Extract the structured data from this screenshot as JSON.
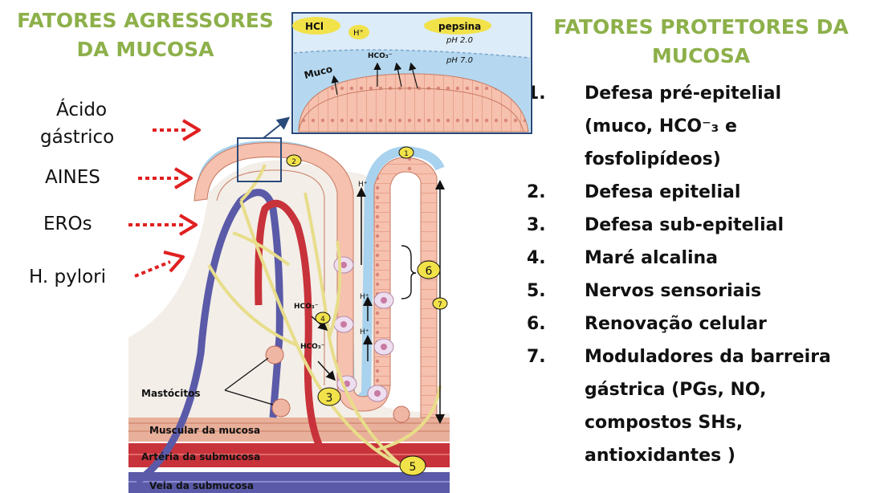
{
  "titles": {
    "aggressors": [
      "FATORES AGRESSORES",
      "DA MUCOSA"
    ],
    "protectors": [
      "FATORES PROTETORES DA",
      "MUCOSA"
    ]
  },
  "aggressors": [
    "Ácido",
    "gástrico",
    "AINES",
    "EROs",
    "H. pylori"
  ],
  "protectors": [
    {
      "num": "1.",
      "lines": [
        "Defesa pré-epitelial",
        "(muco, HCO⁻₃ e",
        "fosfolipídeos)"
      ]
    },
    {
      "num": "2.",
      "lines": [
        "Defesa epitelial"
      ]
    },
    {
      "num": "3.",
      "lines": [
        "Defesa sub-epitelial"
      ]
    },
    {
      "num": "4.",
      "lines": [
        "Maré alcalina"
      ]
    },
    {
      "num": "5.",
      "lines": [
        "Nervos sensoriais"
      ]
    },
    {
      "num": "6.",
      "lines": [
        "Renovação celular"
      ]
    },
    {
      "num": "7.",
      "lines": [
        "Moduladores da barreira",
        "gástrica (PGs, NO,",
        "compostos SHs,",
        "antioxidantes )"
      ]
    }
  ],
  "inset": {
    "hcl": "HCl",
    "h": "H⁺",
    "pepsina": "pepsina",
    "ph2": "pH 2.0",
    "ph7": "pH 7.0",
    "muco": "Muco",
    "hco3": "HCO₃⁻"
  },
  "diagram": {
    "markers": [
      "1",
      "2",
      "3",
      "4",
      "5",
      "6",
      "7"
    ],
    "h_plus": "H⁺",
    "hco3": "HCO₃⁻",
    "mastocitos": "Mastócitos",
    "muscular": "Muscular da mucosa",
    "arteria": "Artéria da submucosa",
    "veia": "Veia da submucosa"
  },
  "colors": {
    "title_green": "#8db04a",
    "arrow_red": "#e02020",
    "marker_yellow": "#f2e24a",
    "artery_red": "#c8323a",
    "vein_blue": "#5a5aa8",
    "mucus_blue": "#a8d2ee",
    "epithelium": "#f6c1ae"
  }
}
